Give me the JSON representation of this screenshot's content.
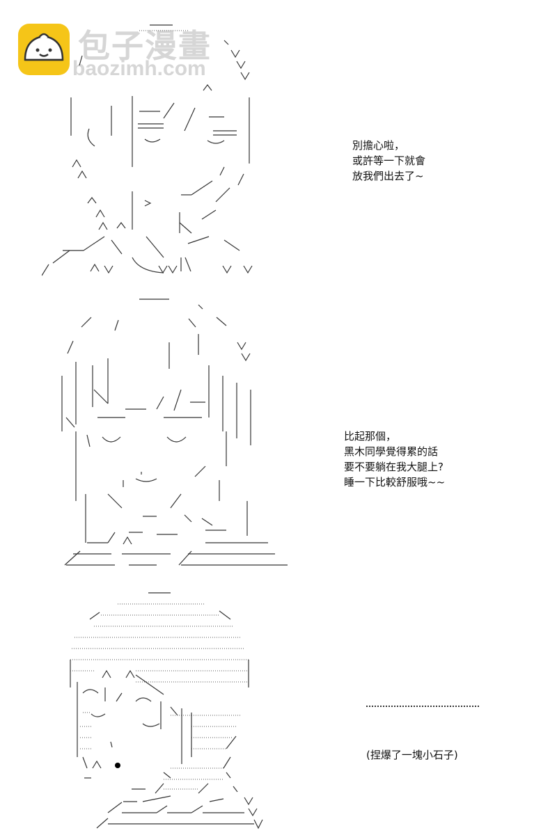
{
  "watermark": {
    "site_name_cn": "包子漫畫",
    "site_domain": "baozimh.com",
    "logo_icon": "bun-face-icon",
    "logo_color": "#f5c518"
  },
  "panels": [
    {
      "art_icon": "ascii-face-calm-icon",
      "text": "別擔心啦，\n或許等一下就會\n放我們出去了~"
    },
    {
      "art_icon": "ascii-face-smiling-icon",
      "text": "比起那個，\n黑木同學覺得累的話\n要不要躺在我大腿上?\n睡一下比較舒服哦~~"
    },
    {
      "art_icon": "ascii-face-shaded-icon",
      "text": "(捏爆了一塊小石子)"
    }
  ]
}
